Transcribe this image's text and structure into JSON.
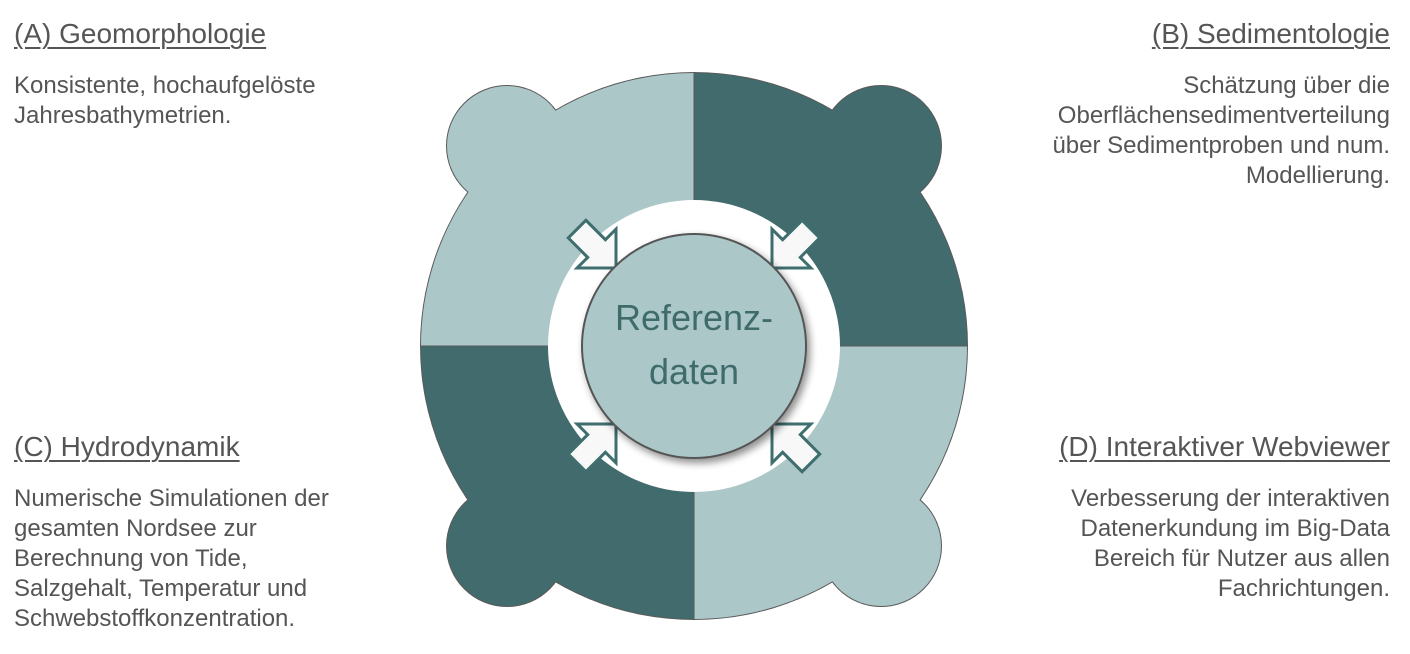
{
  "colors": {
    "dark": "#416b6c",
    "light": "#abc7c8",
    "arrow_fill": "#f8f8f8",
    "arrow_stroke": "#3f6e6e",
    "text": "#555555"
  },
  "center": {
    "line1": "Referenz-",
    "line2": "daten"
  },
  "sections": [
    {
      "id": "A",
      "heading": "(A) Geomorphologie",
      "lines": [
        "Konsistente, hochaufgelöste",
        "Jahresbathymetrien."
      ],
      "quadrant": "top-left",
      "shade": "light"
    },
    {
      "id": "B",
      "heading": "(B) Sedimentologie",
      "lines": [
        "Schätzung über die",
        "Oberflächensedimentverteilung",
        "über Sedimentproben und num.",
        "Modellierung."
      ],
      "quadrant": "top-right",
      "shade": "dark"
    },
    {
      "id": "C",
      "heading": "(C) Hydrodynamik",
      "lines": [
        "Numerische Simulationen der",
        "gesamten Nordsee zur",
        "Berechnung von Tide,",
        "Salzgehalt, Temperatur und",
        "Schwebstoffkonzentration."
      ],
      "quadrant": "bottom-left",
      "shade": "dark"
    },
    {
      "id": "D",
      "heading": "(D) Interaktiver Webviewer",
      "lines": [
        "Verbesserung der interaktiven",
        "Datenerkundung im Big-Data",
        "Bereich für Nutzer aus allen",
        "Fachrichtungen."
      ],
      "quadrant": "bottom-right",
      "shade": "light"
    }
  ]
}
